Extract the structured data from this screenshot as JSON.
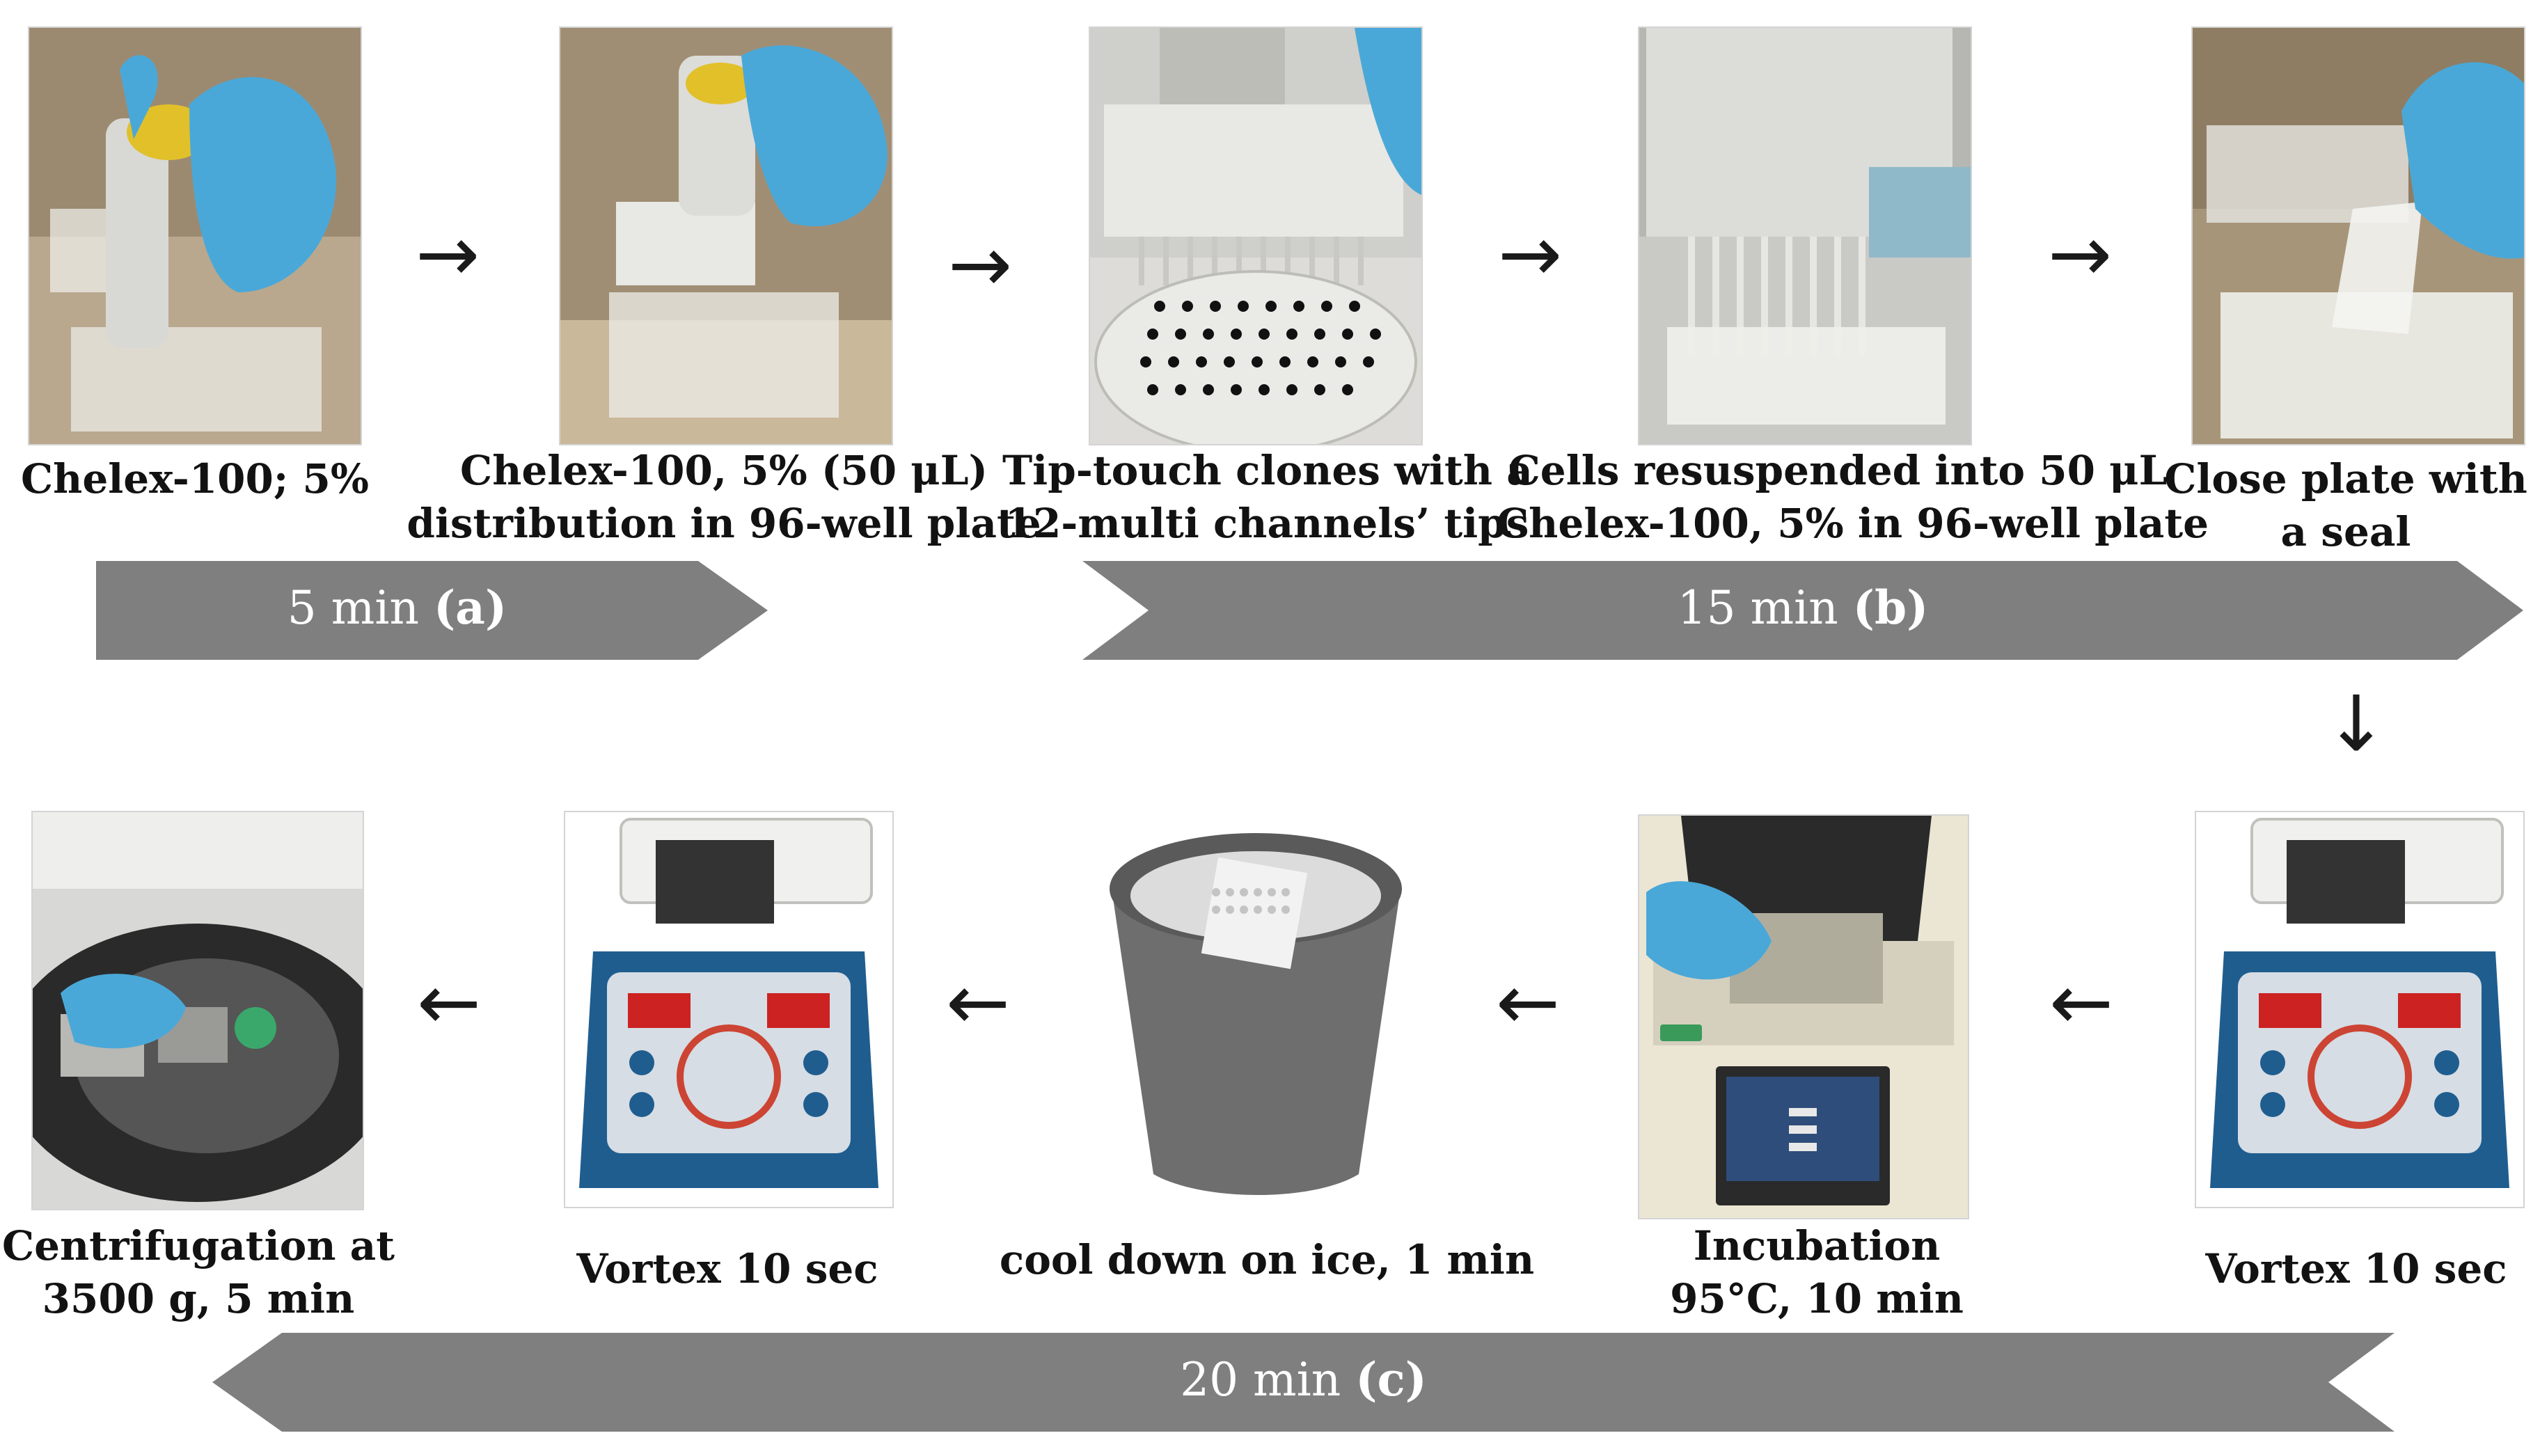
{
  "top_row": [
    {
      "caption": [
        "Chelex-100; 5%"
      ],
      "photo": "pipette-photo"
    },
    {
      "caption": [
        "Chelex-100, 5% (50 μL)",
        "distribution in 96-well plate"
      ],
      "photo": "plate-distribution-photo"
    },
    {
      "caption": [
        "Tip-touch clones with a",
        "12-multi channels’ tips"
      ],
      "photo": "tip-touch-photo"
    },
    {
      "caption": [
        "Cells resuspended into 50 μL",
        "Chelex-100, 5% in 96-well plate"
      ],
      "photo": "resuspend-photo"
    },
    {
      "caption": [
        "Close plate with",
        "a seal"
      ],
      "photo": "seal-photo"
    }
  ],
  "bottom_row": [
    {
      "caption": [
        "Centrifugation at",
        "3500 g, 5 min"
      ],
      "photo": "centrifuge-photo"
    },
    {
      "caption": [
        "Vortex 10 sec"
      ],
      "photo": "vortex-photo"
    },
    {
      "caption": [
        "cool down on ice, 1 min"
      ],
      "photo": "ice-bucket-photo"
    },
    {
      "caption": [
        "Incubation",
        "95°C, 10 min"
      ],
      "photo": "thermocycler-photo"
    },
    {
      "caption": [
        "Vortex 10 sec"
      ],
      "photo": "vortex-photo"
    }
  ],
  "arrows": {
    "right": "→",
    "left": "←",
    "down": "↓"
  },
  "bands": {
    "a": {
      "time": "5 min",
      "tag": "(a)"
    },
    "b": {
      "time": "15 min",
      "tag": "(b)"
    },
    "c": {
      "time": "20 min",
      "tag": "(c)"
    }
  },
  "colors": {
    "band": "#7f7f7f",
    "glove": "#4aa8d8",
    "vortex_body": "#1f5d8f",
    "text": "#121212"
  }
}
